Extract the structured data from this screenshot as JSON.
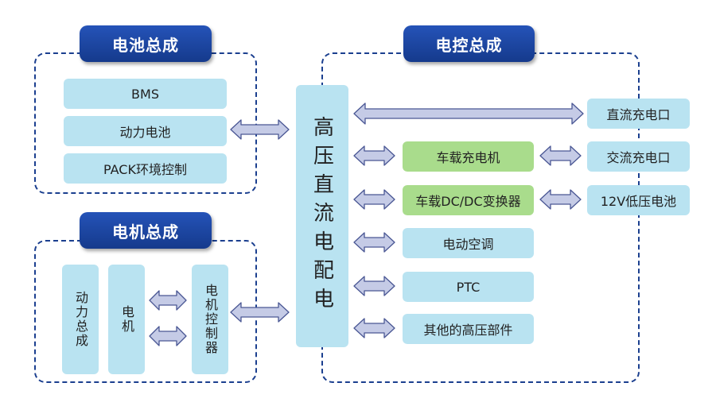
{
  "battery": {
    "title": "电池总成",
    "items": [
      "BMS",
      "动力电池",
      "PACK环境控制"
    ]
  },
  "motor": {
    "title": "电机总成",
    "items": [
      "动力总成",
      "电机",
      "电机控制器"
    ]
  },
  "bus": {
    "label": "高压直流电配电"
  },
  "control": {
    "title": "电控总成",
    "dc_port": "直流充电口",
    "onboard_charger": "车载充电机",
    "ac_port": "交流充电口",
    "dcdc": "车载DC/DC变换器",
    "lv_battery": "12V低压电池",
    "ac_unit": "电动空调",
    "ptc": "PTC",
    "other": "其他的高压部件"
  }
}
